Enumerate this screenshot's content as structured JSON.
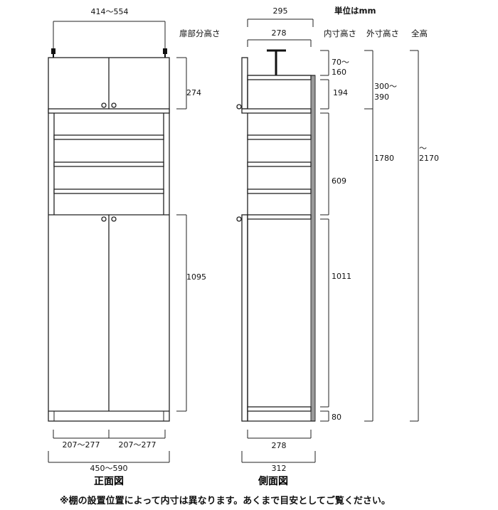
{
  "header": {
    "unit": "単位はmm",
    "door_height_label": "扉部分高さ",
    "inner_height_label": "内寸高さ",
    "outer_height_label": "外寸高さ",
    "total_height_label": "全高"
  },
  "front_view": {
    "title": "正面図",
    "top_width": "414～554",
    "upper_door_height": "274",
    "lower_door_height": "1095",
    "door_width_left": "207～277",
    "door_width_right": "207～277",
    "total_width": "450～590"
  },
  "side_view": {
    "title": "側面図",
    "top_depth_outer": "295",
    "top_depth_inner": "278",
    "adjuster_range_line1": "70～",
    "adjuster_range_line2": "160",
    "upper_inner": "194",
    "upper_outer_line1": "300～",
    "upper_outer_line2": "390",
    "middle_inner": "609",
    "body_outer": "1780",
    "lower_inner": "1011",
    "plinth": "80",
    "total_line1": "～",
    "total_line2": "2170",
    "bottom_depth_inner": "278",
    "bottom_depth_outer": "312"
  },
  "footnote": "※棚の設置位置によって内寸は異なります。あくまで目安としてご覧ください。"
}
